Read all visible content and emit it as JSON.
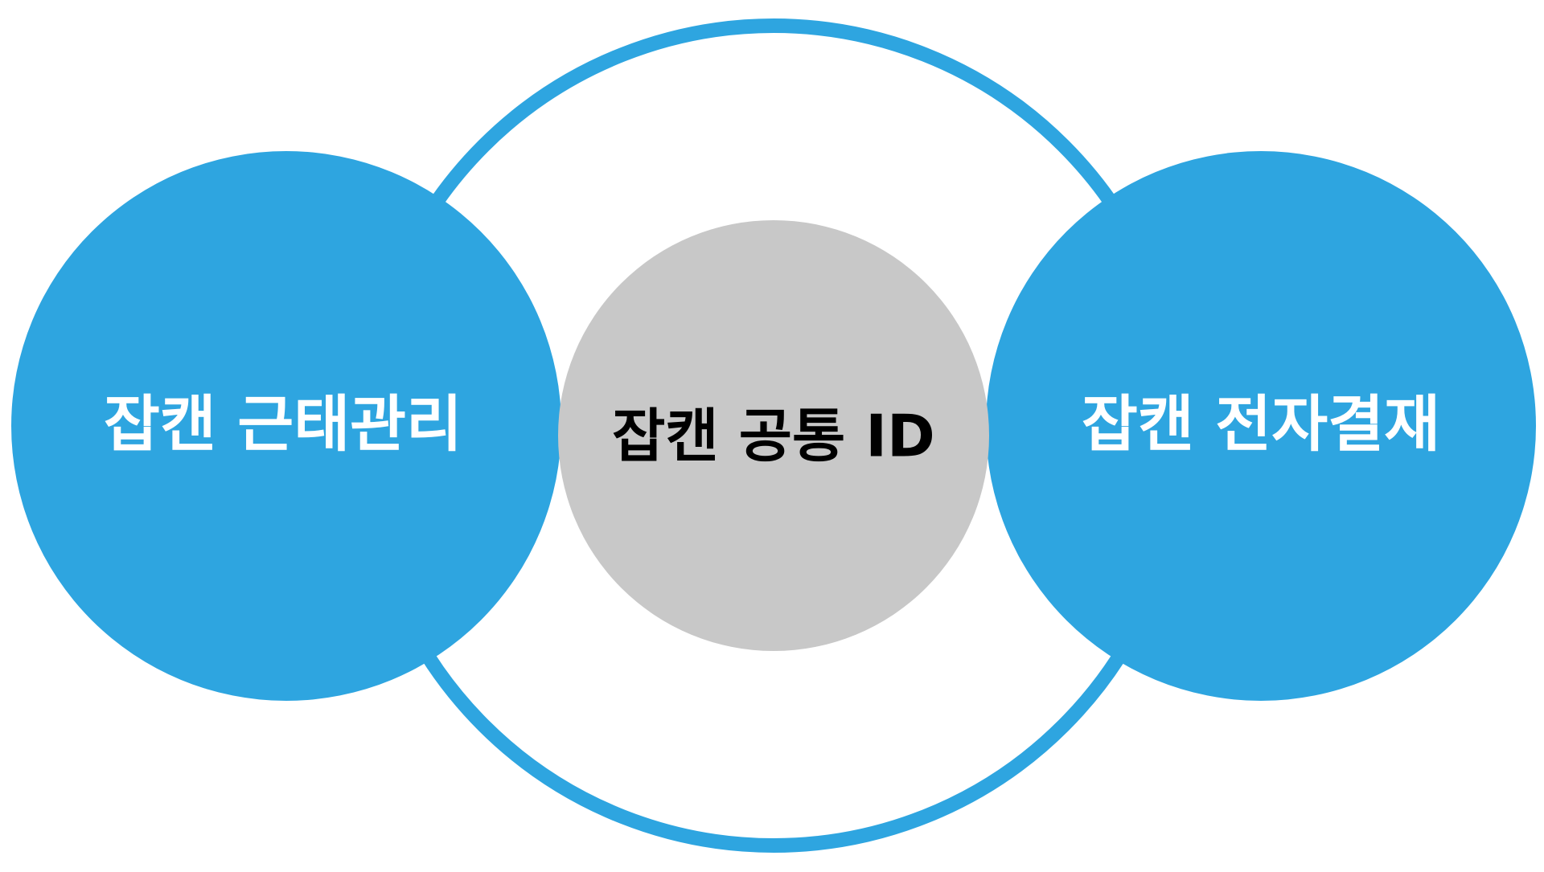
{
  "diagram": {
    "center": {
      "label": "잡캔 공통 ID",
      "fill_color": "#c8c8c8",
      "text_color": "#000000"
    },
    "ring": {
      "stroke_color": "#2ea5e0",
      "fill_color": "#ffffff"
    },
    "left": {
      "label": "잡캔 근태관리",
      "fill_color": "#2ea5e0",
      "text_color": "#ffffff"
    },
    "right": {
      "label": "잡캔 전자결재",
      "fill_color": "#2ea5e0",
      "text_color": "#ffffff"
    }
  }
}
